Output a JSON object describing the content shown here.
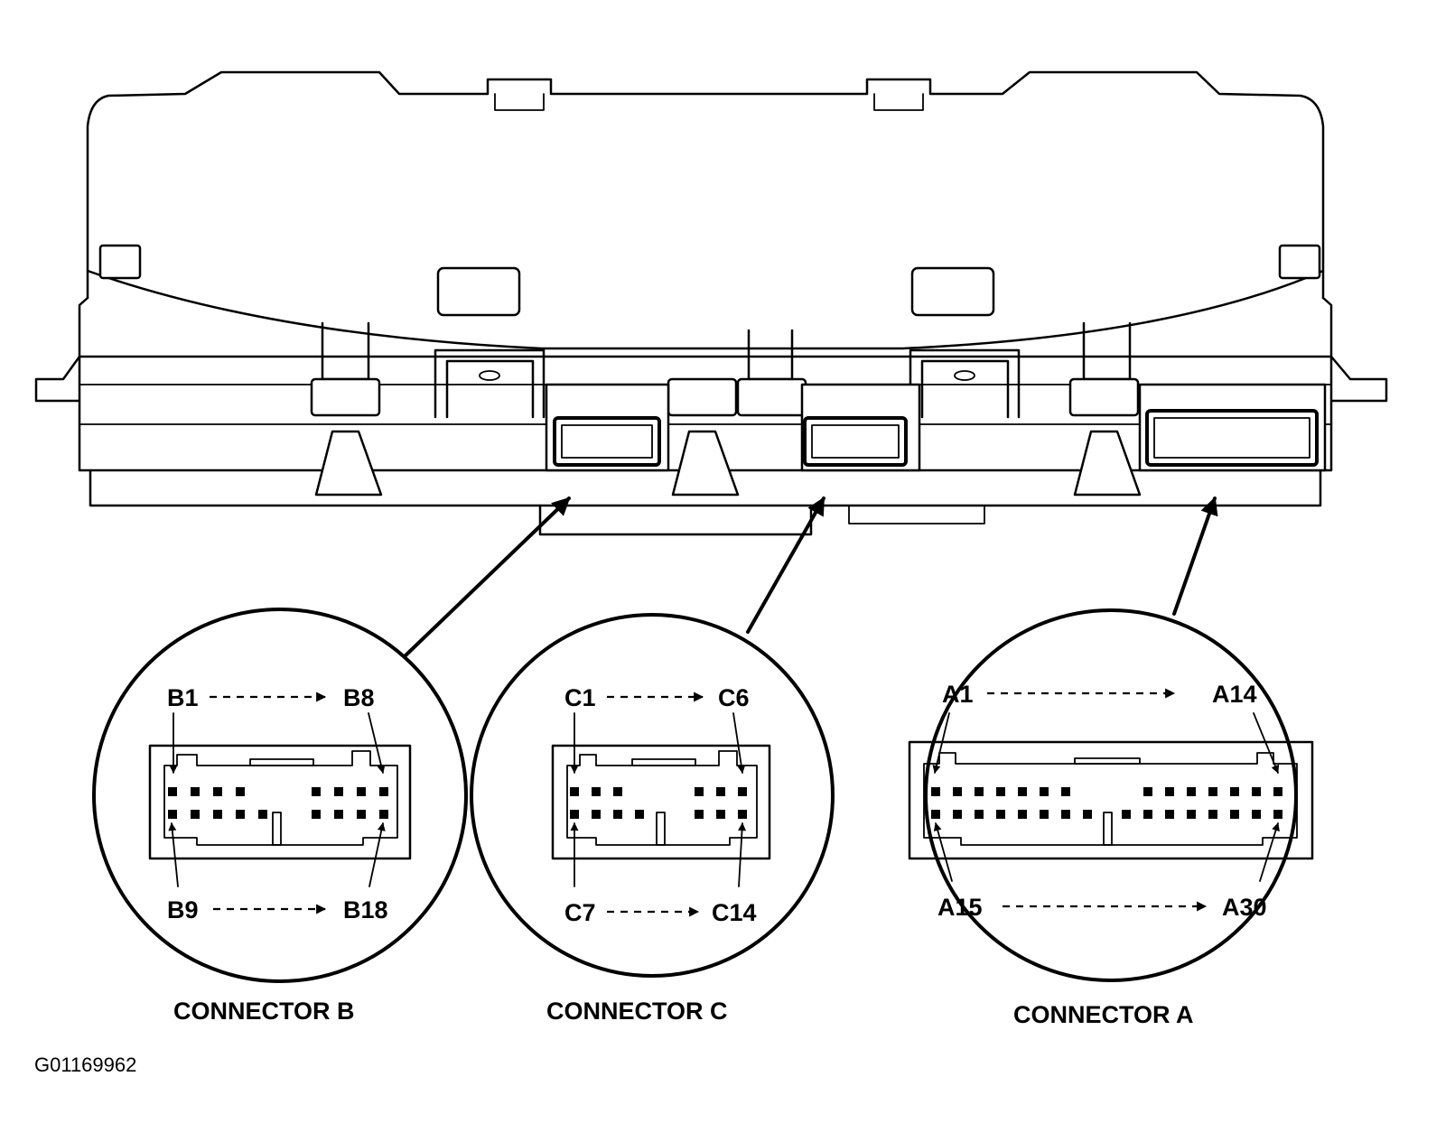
{
  "figure_id": "G01169962",
  "connectors": {
    "B": {
      "title": "CONNECTOR B",
      "label_top_left": "B1",
      "label_top_right": "B8",
      "label_bottom_left": "B9",
      "label_bottom_right": "B18"
    },
    "C": {
      "title": "CONNECTOR C",
      "label_top_left": "C1",
      "label_top_right": "C6",
      "label_bottom_left": "C7",
      "label_bottom_right": "C14"
    },
    "A": {
      "title": "CONNECTOR A",
      "label_top_left": "A1",
      "label_top_right": "A14",
      "label_bottom_left": "A15",
      "label_bottom_right": "A30"
    }
  },
  "colors": {
    "line": "#000000",
    "background": "#ffffff"
  }
}
